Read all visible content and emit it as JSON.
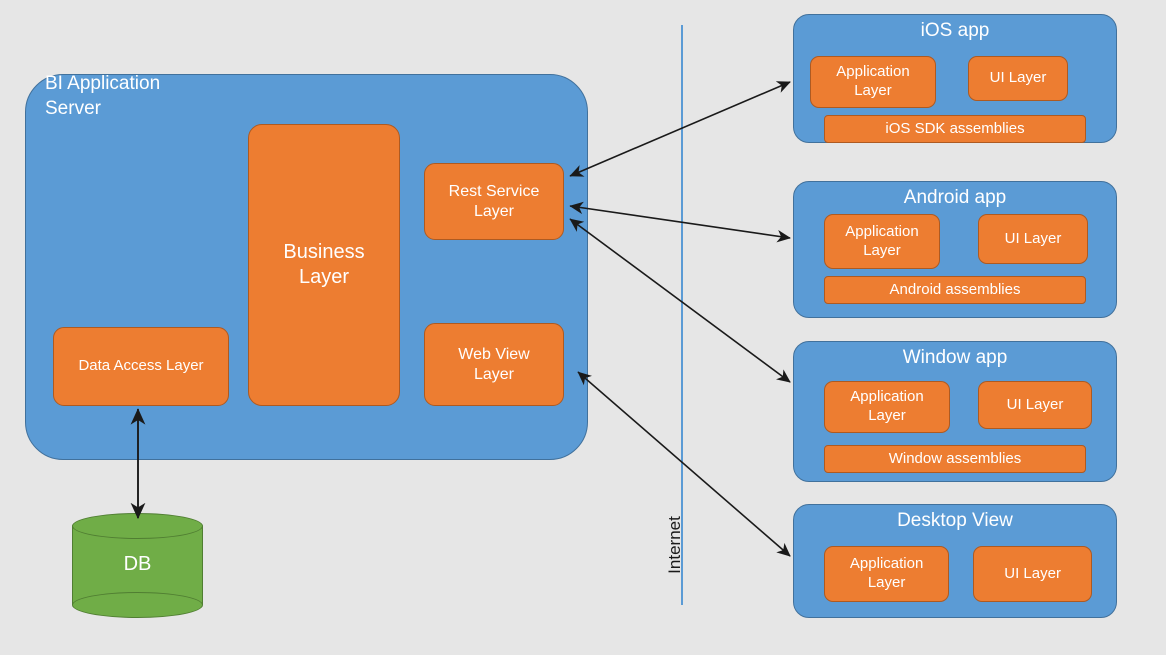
{
  "diagram": {
    "title": "BI Application Server multi-client architecture",
    "background_color": "#E6E6E6",
    "colors": {
      "container_blue": "#5B9BD5",
      "layer_orange": "#ED7D31",
      "database_green": "#70AD47",
      "arrow_black": "#1A1A1A"
    }
  },
  "server": {
    "title": "BI Application\nServer",
    "layers": {
      "business": "Business\nLayer",
      "rest_service": "Rest Service\nLayer",
      "web_view": "Web View\nLayer",
      "data_access": "Data Access Layer"
    }
  },
  "database": {
    "label": "DB"
  },
  "network": {
    "label": "Internet"
  },
  "clients": [
    {
      "id": "ios",
      "title": "iOS app",
      "application_layer": "Application\nLayer",
      "ui_layer": "UI Layer",
      "assemblies": "iOS SDK assemblies"
    },
    {
      "id": "android",
      "title": "Android app",
      "application_layer": "Application\nLayer",
      "ui_layer": "UI Layer",
      "assemblies": "Android assemblies"
    },
    {
      "id": "window",
      "title": "Window app",
      "application_layer": "Application\nLayer",
      "ui_layer": "UI Layer",
      "assemblies": "Window assemblies"
    },
    {
      "id": "desktop",
      "title": "Desktop View",
      "application_layer": "Application\nLayer",
      "ui_layer": "UI Layer",
      "assemblies": null
    }
  ],
  "connections": [
    {
      "from": "rest-service-layer",
      "to": "ios-app",
      "style": "double-arrow"
    },
    {
      "from": "rest-service-layer",
      "to": "android-app",
      "style": "double-arrow"
    },
    {
      "from": "rest-service-layer",
      "to": "window-app",
      "style": "double-arrow"
    },
    {
      "from": "web-view-layer",
      "to": "desktop-view",
      "style": "double-arrow"
    },
    {
      "from": "data-access-layer",
      "to": "db",
      "style": "double-arrow"
    }
  ]
}
